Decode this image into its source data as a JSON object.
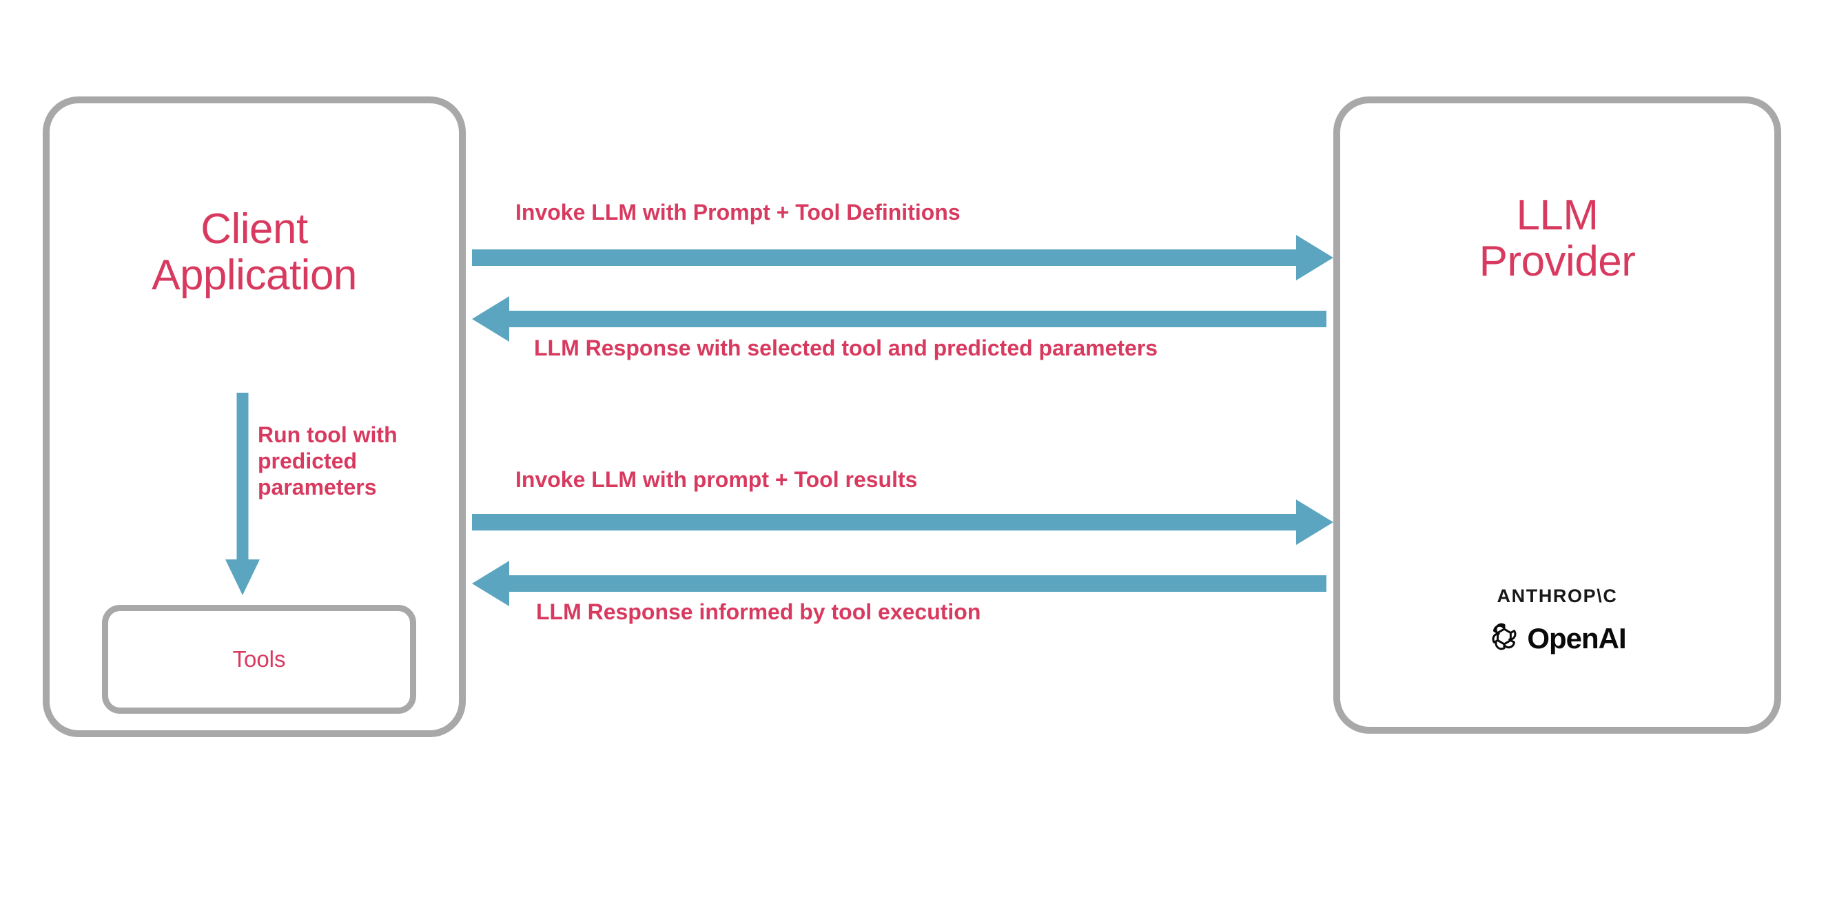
{
  "diagram": {
    "title": "LLM tool-calling sequence between client application and LLM provider",
    "colors": {
      "accent_text": "#d83a5f",
      "arrow": "#5ba5c0",
      "box_border": "#a8a8a8",
      "background": "#ffffff",
      "logo_text": "#111111"
    },
    "nodes": {
      "client": {
        "title_line1": "Client",
        "title_line2": "Application",
        "tools": {
          "label": "Tools"
        }
      },
      "provider": {
        "title_line1": "LLM",
        "title_line2": "Provider",
        "logos": [
          {
            "name": "anthropic-logo",
            "text": "ANTHROP\\C"
          },
          {
            "name": "openai-logo",
            "text": "OpenAI"
          }
        ]
      }
    },
    "arrows": [
      {
        "id": "invoke-llm-tools",
        "label": "Invoke LLM with Prompt + Tool Definitions",
        "direction": "right"
      },
      {
        "id": "llm-response-tool-selection",
        "label": "LLM Response with selected tool and predicted parameters",
        "direction": "left"
      },
      {
        "id": "invoke-llm-results",
        "label": "Invoke LLM with prompt + Tool results",
        "direction": "right"
      },
      {
        "id": "llm-response-informed",
        "label": "LLM Response informed by tool execution",
        "direction": "left"
      },
      {
        "id": "run-tool",
        "label": "Run tool with predicted parameters",
        "direction": "down"
      }
    ]
  }
}
